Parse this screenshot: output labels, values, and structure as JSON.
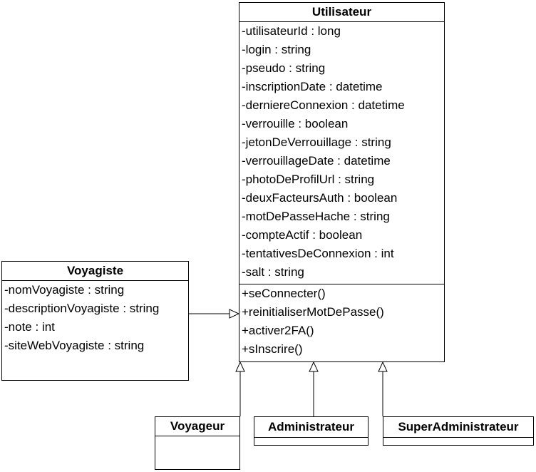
{
  "classes": {
    "utilisateur": {
      "name": "Utilisateur",
      "attributes": [
        "-utilisateurId : long",
        "-login : string",
        "-pseudo : string",
        "-inscriptionDate : datetime",
        "-derniereConnexion : datetime",
        "-verrouille : boolean",
        "-jetonDeVerrouillage : string",
        "-verrouillageDate : datetime",
        "-photoDeProfilUrl : string",
        "-deuxFacteursAuth : boolean",
        "-motDePasseHache : string",
        "-compteActif : boolean",
        "-tentativesDeConnexion : int",
        "-salt : string"
      ],
      "methods": [
        "+seConnecter()",
        "+reinitialiserMotDePasse()",
        "+activer2FA()",
        "+sInscrire()"
      ]
    },
    "voyagiste": {
      "name": "Voyagiste",
      "attributes": [
        "-nomVoyagiste : string",
        "-descriptionVoyagiste : string",
        "-note : int",
        "-siteWebVoyagiste : string"
      ]
    },
    "voyageur": {
      "name": "Voyageur"
    },
    "administrateur": {
      "name": "Administrateur"
    },
    "superAdministrateur": {
      "name": "SuperAdministrateur"
    }
  }
}
